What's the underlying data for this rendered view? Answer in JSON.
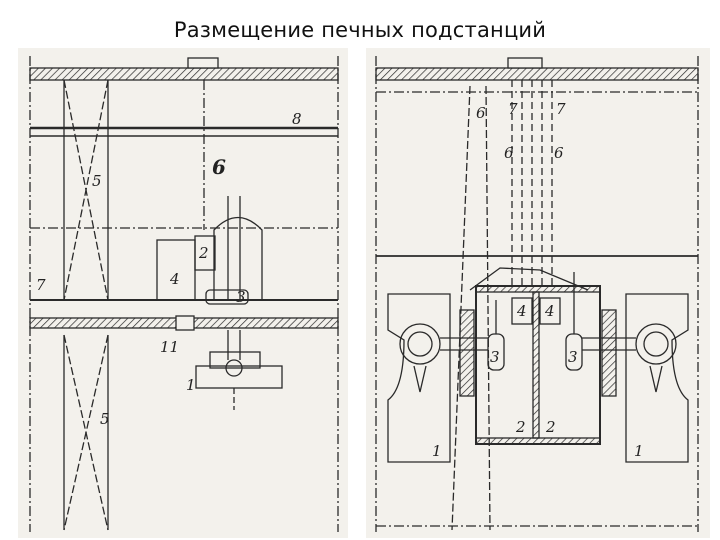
{
  "slide": {
    "title": "Размещение печных подстанций"
  },
  "drawing": {
    "ink_color": "#2a2a2a",
    "paper_color": "#f3f1ec",
    "left_view": {
      "labels": {
        "crane_rail": "8",
        "wall_area": "6",
        "column_upper": "5",
        "column_lower": "5",
        "bus_level": "7",
        "transformer": "2",
        "reactor": "4",
        "switch": "3",
        "passage": "11",
        "furnace": "1"
      }
    },
    "right_view": {
      "labels": {
        "area_6_left": "6",
        "line_7a": "7",
        "line_7b": "7",
        "line_6a": "6",
        "line_6b": "6",
        "reactor_a": "4",
        "reactor_b": "4",
        "switch_a": "3",
        "switch_b": "3",
        "transformer_a": "2",
        "transformer_b": "2",
        "furnace_left": "1",
        "furnace_right": "1"
      }
    }
  }
}
